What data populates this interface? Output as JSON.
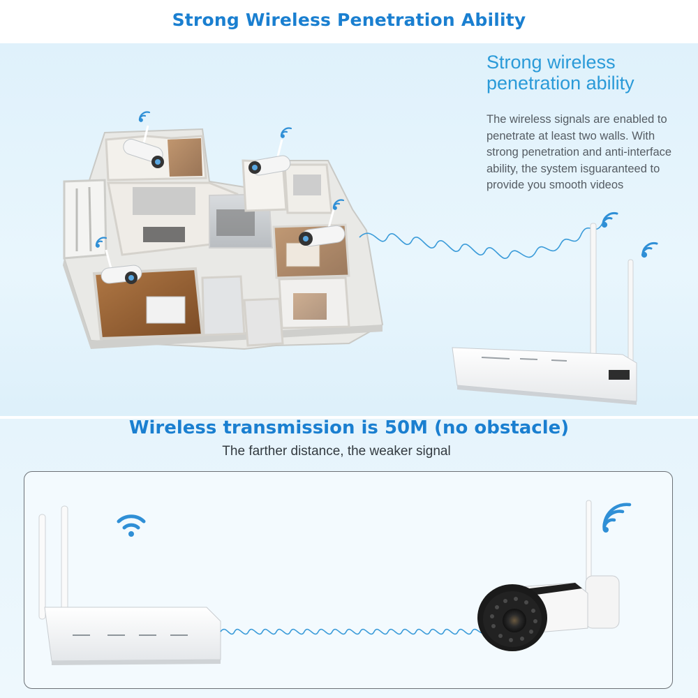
{
  "header": {
    "title": "Strong Wireless Penetration Ability"
  },
  "feature": {
    "heading_line1": "Strong wireless",
    "heading_line2": "penetration ability",
    "description": "The wireless signals are enabled to penetrate at least two walls. With strong penetration and anti-interface ability, the system isguaranteed to provide you smooth videos"
  },
  "transmission": {
    "title": "Wireless transmission is 50M (no obstacle)",
    "subtitle": "The farther distance, the weaker signal"
  },
  "colors": {
    "accent": "#1a7fd0",
    "heading_light": "#2a9ad8",
    "wifi_icon": "#2f8fd6",
    "panel": "#e4f3fb"
  },
  "icons": [
    "wifi-icon",
    "floor-plan-illustration",
    "nvr-router",
    "bullet-camera"
  ]
}
